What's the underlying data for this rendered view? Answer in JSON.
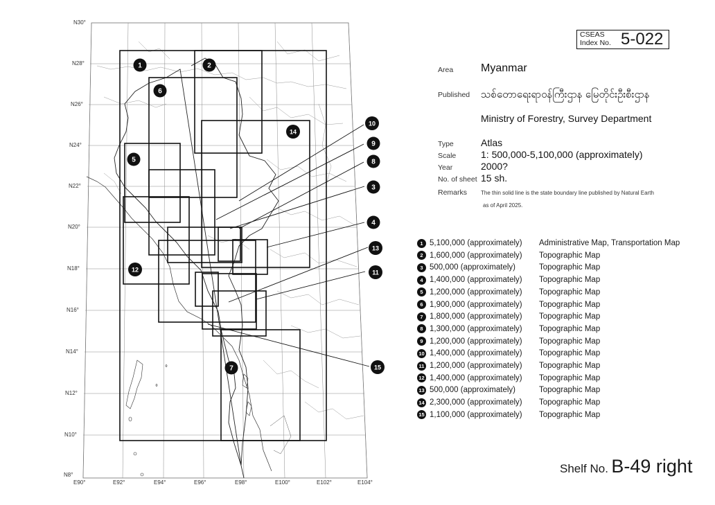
{
  "index": {
    "org": "CSEAS",
    "label": "Index No.",
    "number": "5-022"
  },
  "info": {
    "area_label": "Area",
    "area": "Myanmar",
    "published_label": "Published",
    "published_my": "သစ်တောရေးရာဝန်ကြီးဌာန မြေတိုင်းဦးစီးဌာန",
    "published_en": "Ministry of Forestry, Survey Department",
    "type_label": "Type",
    "type": "Atlas",
    "scale_label": "Scale",
    "scale": "1: 500,000-5,100,000 (approximately)",
    "year_label": "Year",
    "year": "2000?",
    "sheets_label": "No. of sheet",
    "sheets": "15 sh.",
    "remarks_label": "Remarks",
    "remarks_1": "The thin solid line is the state boundary line published by Natural Earth",
    "remarks_2": "as of April 2025."
  },
  "legend": [
    {
      "n": "1",
      "scale": "5,100,000 (approximately)",
      "type": "Administrative Map, Transportation Map"
    },
    {
      "n": "2",
      "scale": "1,600,000 (approximately)",
      "type": "Topographic Map"
    },
    {
      "n": "3",
      "scale": "500,000 (approximately)",
      "type": "Topographic Map"
    },
    {
      "n": "4",
      "scale": "1,400,000 (approximately)",
      "type": "Topographic Map"
    },
    {
      "n": "5",
      "scale": "1,200,000 (approximately)",
      "type": "Topographic Map"
    },
    {
      "n": "6",
      "scale": "1,900,000 (approximately)",
      "type": "Topographic Map"
    },
    {
      "n": "7",
      "scale": "1,800,000 (approximately)",
      "type": "Topographic Map"
    },
    {
      "n": "8",
      "scale": "1,300,000 (approximately)",
      "type": "Topographic Map"
    },
    {
      "n": "9",
      "scale": "1,200,000 (approximately)",
      "type": "Topographic Map"
    },
    {
      "n": "10",
      "scale": "1,400,000 (approximately)",
      "type": "Topographic Map"
    },
    {
      "n": "11",
      "scale": "1,200,000 (approximately)",
      "type": "Topographic Map"
    },
    {
      "n": "12",
      "scale": "1,400,000 (approximately)",
      "type": "Topographic Map"
    },
    {
      "n": "13",
      "scale": "500,000 (approximately)",
      "type": "Topographic Map"
    },
    {
      "n": "14",
      "scale": "2,300,000 (approximately)",
      "type": "Topographic Map"
    },
    {
      "n": "15",
      "scale": "1,100,000 (approximately)",
      "type": "Topographic Map"
    }
  ],
  "shelf": {
    "prefix": "Shelf No.",
    "number": "B-49 right"
  },
  "map": {
    "lat_labels": [
      "N30°",
      "N28°",
      "N26°",
      "N24°",
      "N22°",
      "N20°",
      "N18°",
      "N16°",
      "N14°",
      "N12°",
      "N10°",
      "N8°"
    ],
    "lon_labels": [
      "E90°",
      "E92°",
      "E94°",
      "E96°",
      "E98°",
      "E100°",
      "E102°",
      "E104°"
    ]
  }
}
